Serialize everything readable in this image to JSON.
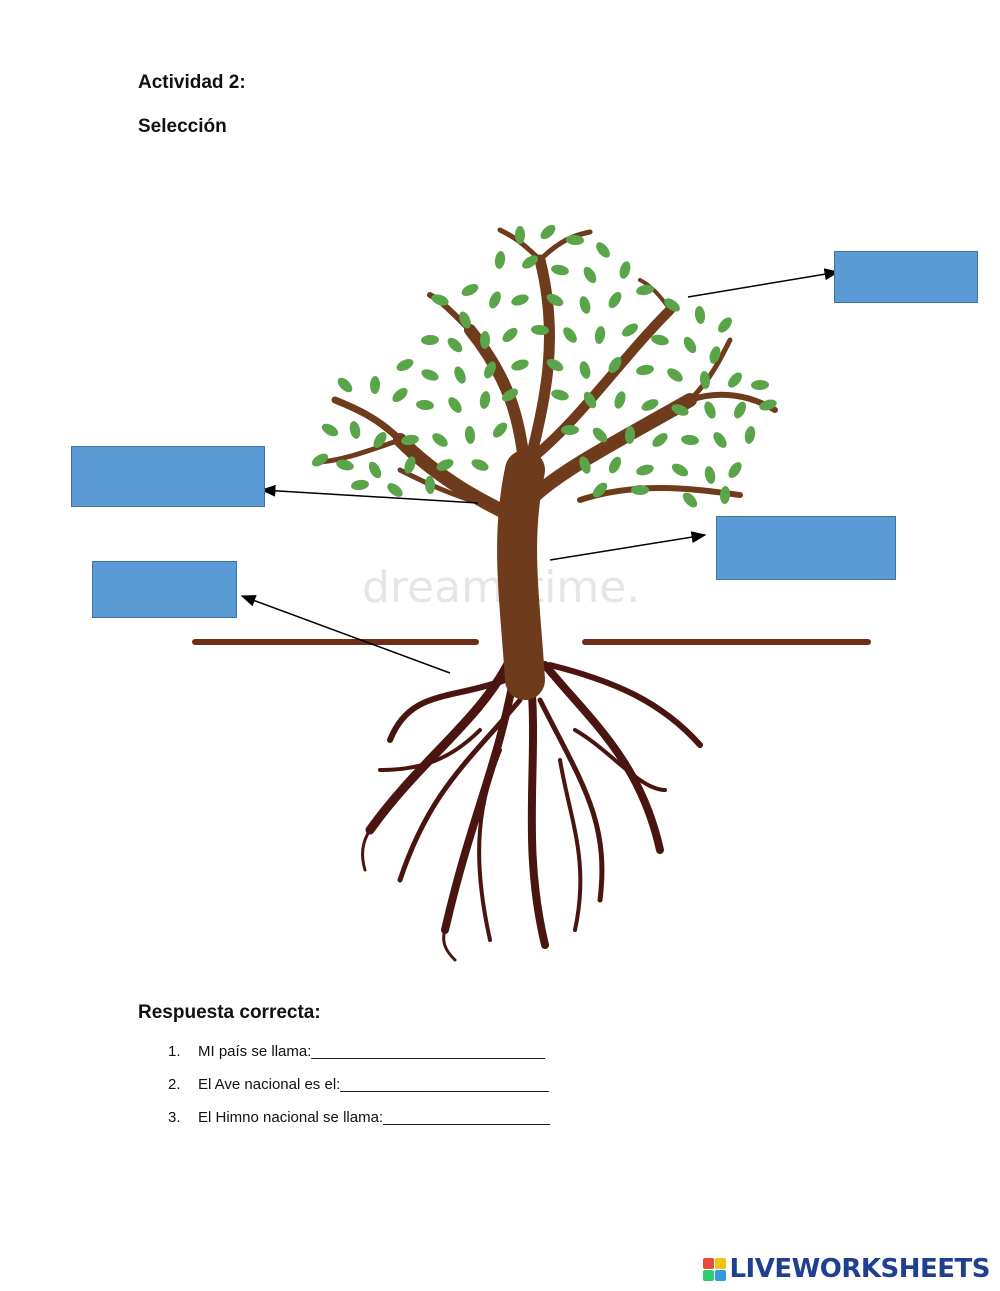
{
  "activity": {
    "title": "Actividad 2:",
    "subtitle": "Selección"
  },
  "diagram": {
    "watermark": "dreamstime.",
    "leaf_color": "#5aa54a",
    "trunk_color": "#6e3b1c",
    "root_color": "#4a1510",
    "box_color": "#5b9bd5",
    "answer_boxes": [
      "",
      "",
      "",
      ""
    ]
  },
  "answers": {
    "heading": "Respuesta correcta:",
    "items": [
      {
        "num": "1.",
        "text": "MI país se llama:____________________________"
      },
      {
        "num": "2.",
        "text": "El Ave nacional es el:_________________________"
      },
      {
        "num": "3.",
        "text": "El Himno nacional se llama:____________________"
      }
    ]
  },
  "footer": {
    "logo_text": "LIVEWORKSHEETS",
    "logo_colors": [
      "#e74c3c",
      "#f1c40f",
      "#2ecc71",
      "#3498db"
    ]
  }
}
